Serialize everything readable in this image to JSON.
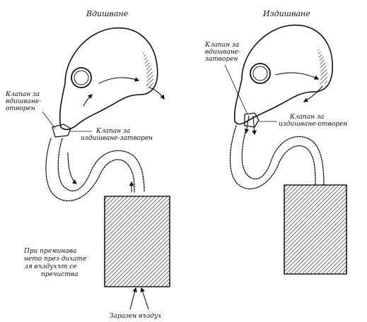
{
  "panels": [
    {
      "title": "Вдишване",
      "valve_open_label": [
        "Клапан за",
        "вдишване-",
        "отворен"
      ],
      "valve_closed_label": [
        "Клапан за",
        "издишване-затворен"
      ],
      "filter_note": [
        "При преминава",
        "нето през дихате",
        "ля въздухът се",
        "пречиства"
      ],
      "incoming_air_label": "Заразен въздух"
    },
    {
      "title": "Издишване",
      "valve_closed_label": [
        "Клапан за",
        "вдишване-",
        "затворен"
      ],
      "valve_open_label": [
        "Клапан за",
        "издишване-отворен"
      ]
    }
  ]
}
